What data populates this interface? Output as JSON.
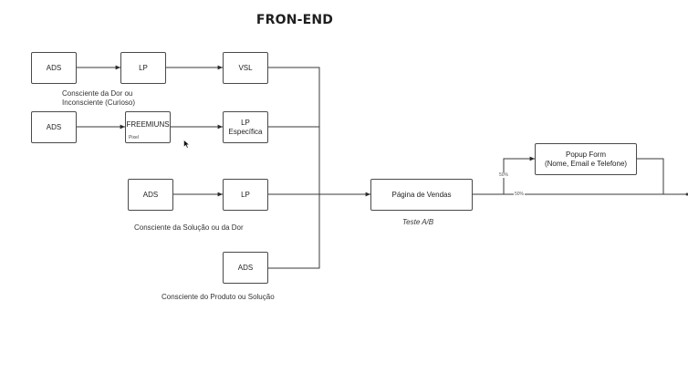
{
  "diagram": {
    "title": "FRON-END",
    "nodes": {
      "ads_1": "ADS",
      "lp_1": "LP",
      "vsl": "VSL",
      "ads_2": "ADS",
      "freemiuns": "FREEMIUNS",
      "freemiuns_sub": "Pixel",
      "lp_especifica": "LP\nEspecífica",
      "ads_3": "ADS",
      "lp_3": "LP",
      "ads_4": "ADS",
      "pagina_vendas": "Página de Vendas",
      "popup_form": "Popup Form\n(Nome, Email e Telefone)"
    },
    "notes": {
      "consciente_dor": "Consciente da Dor ou\nInconsciente (Curioso)",
      "consciente_solucao": "Consciente da Solução ou da Dor",
      "consciente_produto": "Consciente do Produto ou Solução",
      "teste_ab": "Teste A/B"
    },
    "split_labels": {
      "upper": "50%",
      "lower": "50%"
    },
    "colors": {
      "line": "#3a3a3a",
      "border": "#4a4a4a",
      "text": "#222222"
    }
  }
}
